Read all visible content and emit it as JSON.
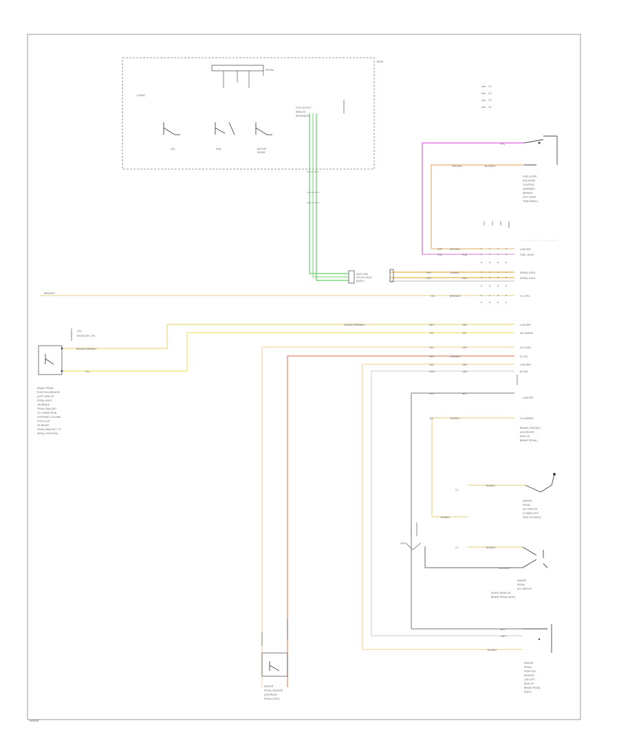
{
  "footer_code": "W32S8",
  "module": {
    "name_top": "BCM",
    "sub": "LOGIC",
    "lamp_label": "SIGNAL",
    "switch_labels": [
      "IGN",
      "RUN",
      "MOTOR"
    ],
    "switch_label_2": "SENSE",
    "out_label_lines": [
      "CPU OUTPUT",
      "ANALOG",
      "REFERENCE"
    ]
  },
  "legend": [
    "C1",
    "C2",
    "C3",
    "C4"
  ],
  "fuel_door": {
    "wire_pink": "PPL",
    "wire_tan": "GRY/BLK",
    "wire_tan_2": "BLK/WHT",
    "label_lines": [
      "FUEL DOOR",
      "SOLENOID",
      "CONTROL",
      "ASSEMBLY",
      "(BEHIND",
      "LEFT REAR",
      "TRIM PANEL)"
    ]
  },
  "connector_block_a": {
    "rows": [
      {
        "w1": "GRY",
        "w2": "GRY/BLK",
        "label": "LOW REF"
      },
      {
        "w1": "PNK",
        "w2": "PNK",
        "label": "FUEL LEVEL"
      },
      {
        "w1": "GRY",
        "w2": "TAN/BLK",
        "label": "SERIAL DATA"
      },
      {
        "w1": "GRY",
        "w2": "TAN",
        "label": "SERIAL DATA"
      },
      {
        "w1": "YEL",
        "w2": "BRN/WHT",
        "label": "GL CTRL"
      }
    ],
    "splice_label_lines": [
      "DATA LINK",
      "SPLICE PACK",
      "(ASSY)"
    ]
  },
  "left_wire": "BRN/WHT",
  "connector_block_b": {
    "rows": [
      {
        "w1": "WHT",
        "w2": "TAN",
        "label": "LOW REF"
      },
      {
        "w1": "YEL",
        "w2": "YEL",
        "label": "SIG SENSE"
      },
      {
        "w1": "TAN",
        "w2": "GRY",
        "label": "GL LEVEL"
      },
      {
        "w1": "TAN",
        "w2": "ORN/BLK",
        "label": "GL SIG"
      },
      {
        "w1": "TAN",
        "w2": "GRY",
        "label": "LOW REF"
      },
      {
        "w1": "GRN",
        "w2": "GRY",
        "label": "5V REF"
      }
    ],
    "top_wire": "TAN/WHT/BRNBLK"
  },
  "left_sensor": {
    "wire_top": "TAN/WHT/BRNBLK",
    "wire_bot": "YEL",
    "note_lines": [
      "LPS",
      "RESISTOR, LPS"
    ],
    "label_lines": [
      "BRAKE PEDAL",
      "POSITION SENSOR",
      "(LEFT SIDE OF",
      "PEDAL ASSY;",
      "ON BRAKE",
      "PEDAL BRACKET",
      "TO LOWER ROW",
      "STEERING COLUMN",
      "CLIP) (CLIP",
      "OF BRAKE",
      "PEDAL BRACKET TO",
      "PEDAL POSITION)"
    ]
  },
  "low_ref_row": {
    "w1": "GRY",
    "w2": "BLK",
    "label": "LOW REF"
  },
  "dimmer_row": {
    "w1": "YEL",
    "w2": "TAN/BLK",
    "label": "GL DIMMER",
    "label_lines": [
      "BRAKE CONTROL",
      "(ON DRIVER",
      "SIDE OF",
      "BRAKE PEDAL)"
    ]
  },
  "sw_a": {
    "wire": "TAN/BLK",
    "wire_2": "TAN/BLK",
    "label_lines": [
      "DRIVER",
      "PEDAL",
      "ADJ SWITCH",
      "(LOWER LEFT",
      "SIDE OF DASH)"
    ],
    "tag": "C1"
  },
  "sw_b": {
    "wire": "TAN/BLK",
    "wire_2": "BLK/WHT",
    "label_lines": [
      "DRIVER",
      "PEDAL",
      "ADJ SWITCH",
      "(RIGHT REAR OF",
      "BRAKE PEDAL ASSY)"
    ],
    "tag": "C1",
    "tag2": "GRY"
  },
  "sw_c": {
    "wire": "BLK",
    "wire_2": "GRY",
    "wire_3": "TAN/BLK",
    "label_lines": [
      "DRIVER",
      "PEDAL",
      "POSITION",
      "SENSOR",
      "(ON LEFT",
      "SIDE OF",
      "BRAKE PEDAL",
      "ASSY)"
    ]
  },
  "bottom_sensor": {
    "label_lines": [
      "DRIVER",
      "PEDAL SENSOR",
      "(ON BRAKE",
      "PEDAL ASSY)"
    ]
  }
}
